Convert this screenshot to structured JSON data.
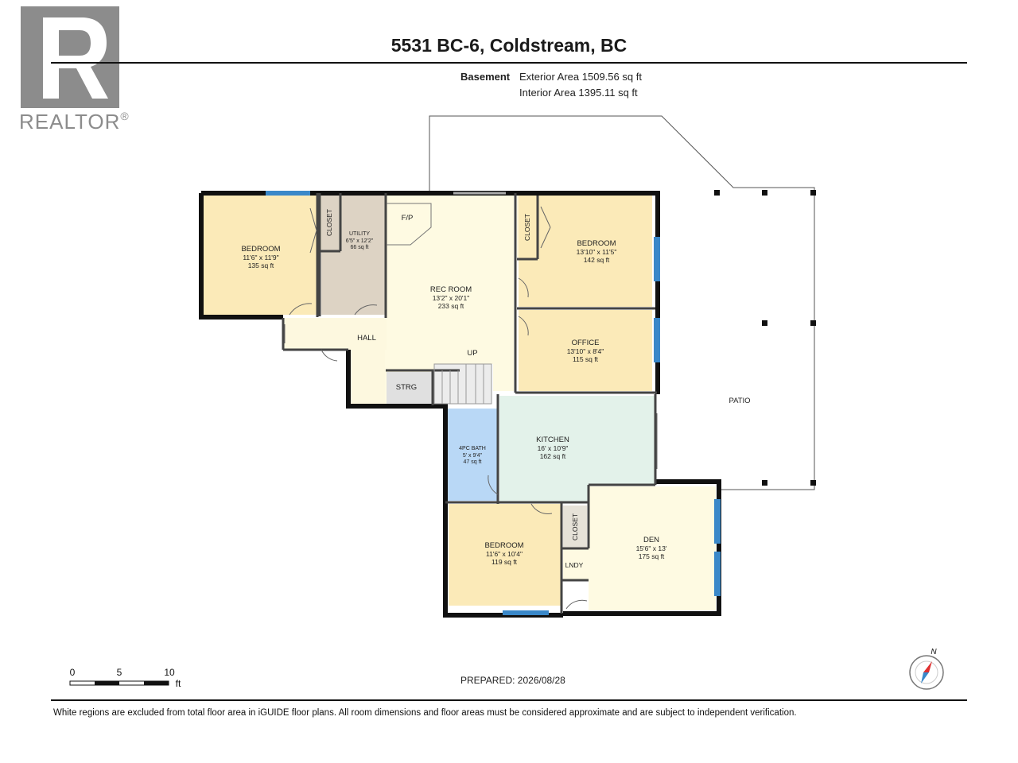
{
  "header": {
    "title": "5531 BC-6, Coldstream, BC",
    "floor_label": "Basement",
    "exterior_area": "Exterior Area 1509.56 sq ft",
    "interior_area": "Interior Area 1395.11 sq ft"
  },
  "logo": {
    "text": "REALTOR",
    "mark": "®"
  },
  "rooms": {
    "bedroom_nw": {
      "name": "BEDROOM",
      "dims": "11'6\" x 11'9\"",
      "area": "135 sq ft"
    },
    "closet_1": {
      "name": "CLOSET"
    },
    "utility": {
      "name": "UTILITY",
      "dims": "6'5\" x 12'2\"",
      "area": "66 sq ft"
    },
    "fp": {
      "name": "F/P"
    },
    "rec_room": {
      "name": "REC ROOM",
      "dims": "13'2\" x 20'1\"",
      "area": "233 sq ft"
    },
    "up": {
      "name": "UP"
    },
    "hall": {
      "name": "HALL"
    },
    "strg": {
      "name": "STRG"
    },
    "closet_2": {
      "name": "CLOSET"
    },
    "bedroom_ne": {
      "name": "BEDROOM",
      "dims": "13'10\" x 11'5\"",
      "area": "142 sq ft"
    },
    "office": {
      "name": "OFFICE",
      "dims": "13'10\" x 8'4\"",
      "area": "115 sq ft"
    },
    "patio": {
      "name": "PATIO"
    },
    "bath": {
      "name": "4PC BATH",
      "dims": "5' x 9'4\"",
      "area": "47 sq ft"
    },
    "kitchen": {
      "name": "KITCHEN",
      "dims": "16' x 10'9\"",
      "area": "162 sq ft"
    },
    "bedroom_s": {
      "name": "BEDROOM",
      "dims": "11'6\" x 10'4\"",
      "area": "119 sq ft"
    },
    "closet_3": {
      "name": "CLOSET"
    },
    "lndy": {
      "name": "LNDY"
    },
    "den": {
      "name": "DEN",
      "dims": "15'6\" x 13'",
      "area": "175 sq ft"
    }
  },
  "scale_bar": {
    "ticks": [
      "0",
      "5",
      "10"
    ],
    "unit": "ft"
  },
  "prepared": "PREPARED: 2026/08/28",
  "compass": {
    "label": "N"
  },
  "footer": {
    "note": "White regions are excluded from total floor area in iGUIDE floor plans. All room dimensions and floor areas must be considered approximate and are subject to independent verification."
  },
  "colors": {
    "bedroom": "#fbeab8",
    "utility": "#ddd3c4",
    "rec_room": "#fefae2",
    "storage": "#e0e0e0",
    "bath": "#b9d8f6",
    "kitchen": "#e3f2ea",
    "window": "#3a88c9",
    "wall": "#111111",
    "compass_needle": "#e03030"
  }
}
